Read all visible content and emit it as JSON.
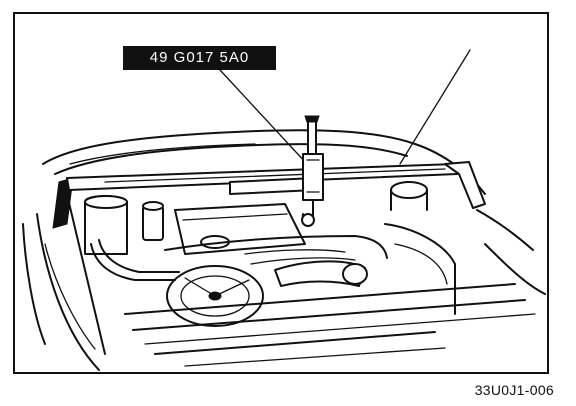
{
  "diagram": {
    "tool_number": "49 G017 5A0",
    "figure_code": "33U0J1-006",
    "parts": [
      "engine-bay",
      "support-bar",
      "hook-chain",
      "left-bracket",
      "right-bracket",
      "fender",
      "valve-cover",
      "radiator-fan"
    ]
  },
  "colors": {
    "ink": "#111111",
    "paper": "#ffffff"
  }
}
